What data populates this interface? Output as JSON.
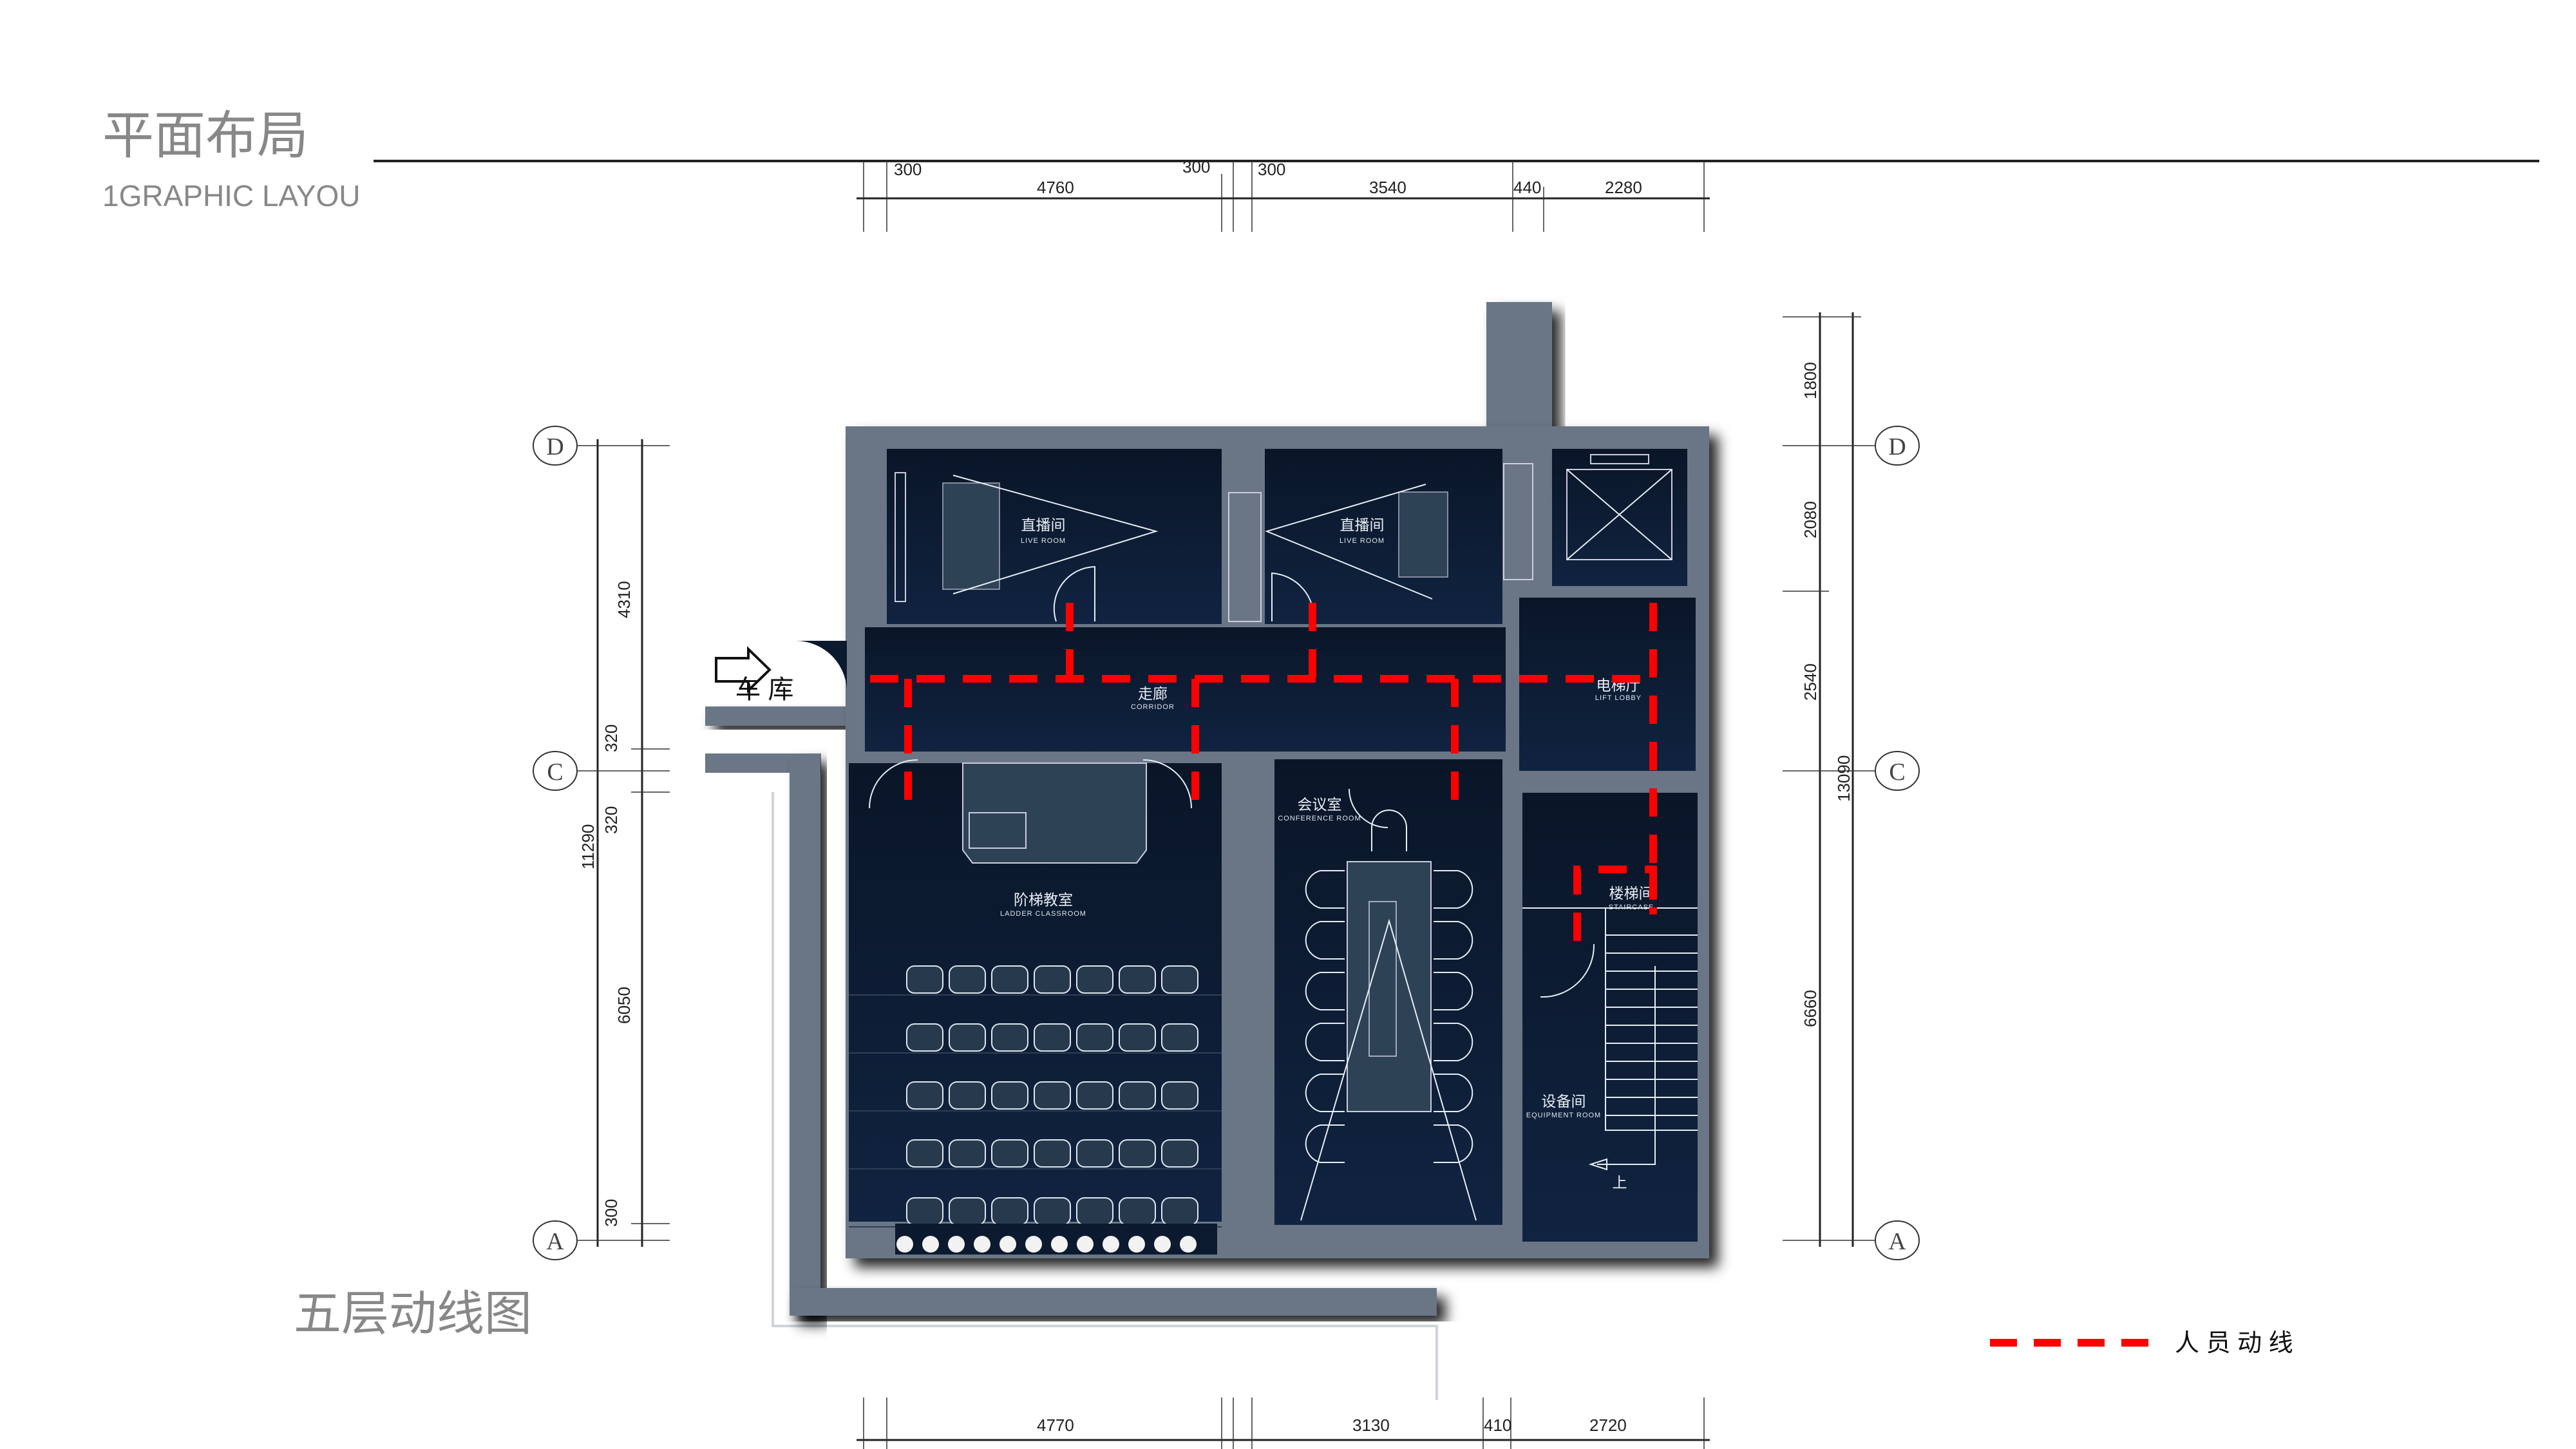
{
  "header": {
    "title": "平面布局",
    "subtitle": "1GRAPHIC LAYOU"
  },
  "plan_title": "五层动线图",
  "entrance_label": "车 库",
  "rooms": {
    "live1": {
      "cn": "直播间",
      "en": "LIVE ROOM"
    },
    "live2": {
      "cn": "直播间",
      "en": "LIVE ROOM"
    },
    "corridor": {
      "cn": "走廊",
      "en": "CORRIDOR"
    },
    "lift_lobby": {
      "cn": "电梯厅",
      "en": "LIFT LOBBY"
    },
    "classroom": {
      "cn": "阶梯教室",
      "en": "LADDER CLASSROOM"
    },
    "conference": {
      "cn": "会议室",
      "en": "CONFERENCE ROOM"
    },
    "staircase": {
      "cn": "楼梯间",
      "en": "STAIRCASE"
    },
    "equipment": {
      "cn": "设备间",
      "en": "EQUIPMENT ROOM"
    },
    "up_label": "上"
  },
  "dimensions": {
    "top": [
      "300",
      "4760",
      "300",
      "300",
      "3540",
      "440",
      "2280"
    ],
    "bottom": [
      "4770",
      "3130",
      "410",
      "2720"
    ],
    "left": [
      "4310",
      "320",
      "320",
      "6050",
      "300",
      "11290"
    ],
    "right": [
      "1800",
      "2080",
      "2540",
      "6660",
      "13090"
    ]
  },
  "axes": {
    "left": [
      "D",
      "C",
      "A"
    ],
    "right": [
      "D",
      "C",
      "A"
    ]
  },
  "legend": {
    "label": "人 员 动 线",
    "color": "#ff0000"
  },
  "colors": {
    "wall": "#6b7686",
    "room": "#0c1a2f",
    "path": "#ff0000"
  }
}
